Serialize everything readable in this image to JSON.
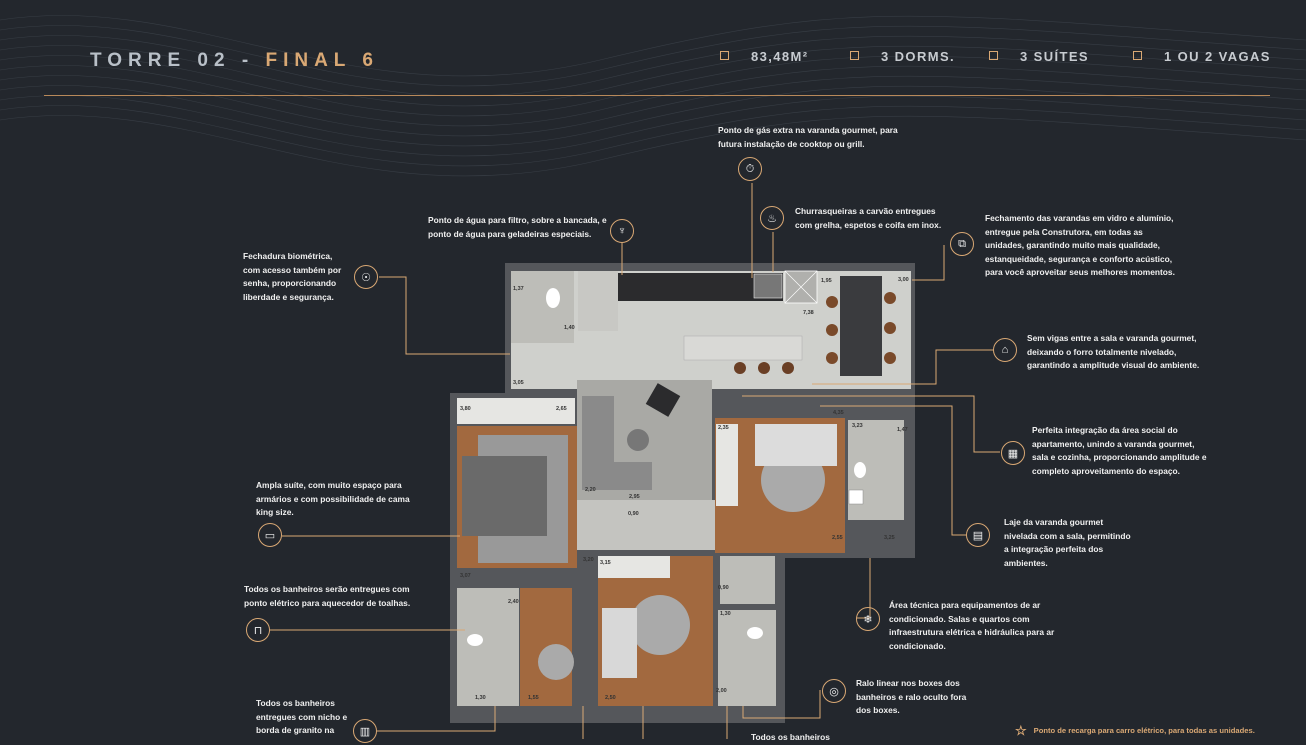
{
  "header": {
    "tower": "TORRE 02",
    "separator": " - ",
    "final": "FINAL 6",
    "specs": [
      "83,48M²",
      "3 DORMS.",
      "3 SUÍTES",
      "1 OU 2 VAGAS"
    ]
  },
  "notes": {
    "gas": "Ponto de gás extra na varanda gourmet, para futura instalação de cooktop ou grill.",
    "water": "Ponto de água para filtro, sobre a bancada, e ponto de água para geladeiras especiais.",
    "bbq": "Churrasqueiras a carvão entregues com grelha, espetos e coifa em inox.",
    "glass": "Fechamento das varandas em vidro e alumínio, entregue pela Construtora, em todas as unidades, garantindo muito mais qualidade, estanqueidade, segurança e conforto acústico, para você aproveitar seus melhores momentos.",
    "lock": "Fechadura biométrica, com acesso também por senha, proporcionando liberdade e segurança.",
    "beams": "Sem vigas entre a sala e varanda gourmet, deixando o forro totalmente nivelado, garantindo a amplitude visual do ambiente.",
    "integration": "Perfeita integração da área social do apartamento, unindo a varanda gourmet, sala e cozinha, proporcionando amplitude e completo aproveitamento do espaço.",
    "suite": "Ampla suíte, com muito espaço para armários e com possibilidade de cama king size.",
    "slab": "Laje da varanda gourmet nivelada com a sala, permitindo a integração perfeita dos ambientes.",
    "towels": "Todos os banheiros serão entregues com ponto elétrico para aquecedor de toalhas.",
    "ac": "Área técnica para equipamentos de ar condicionado. Salas e quartos com infraestrutura elétrica e hidráulica para ar condicionado.",
    "drain": "Ralo linear nos boxes dos banheiros e ralo oculto fora dos boxes.",
    "niche": "Todos os banheiros entregues com nicho e borda de granito na",
    "bath_bottom": "Todos os banheiros"
  },
  "footer": "Ponto de recarga para carro elétrico, para todas as unidades.",
  "dims": {
    "d137": "1,37",
    "d140": "1,40",
    "d195": "1,95",
    "d300": "3,00",
    "d738": "7,38",
    "d305": "3,05",
    "d380": "3,80",
    "d265": "2,65",
    "d435": "4,35",
    "d235": "2,35",
    "d323": "3,23",
    "d147": "1,47",
    "d220": "2,20",
    "d295": "2,95",
    "d090a": "0,90",
    "d255": "2,55",
    "d325": "3,25",
    "d307": "3,07",
    "d320": "3,20",
    "d315": "3,15",
    "d240": "2,40",
    "d090b": "0,90",
    "d130a": "1,30",
    "d130b": "1,30",
    "d155": "1,55",
    "d250": "2,50",
    "d200": "2,00"
  },
  "colors": {
    "background": "#23272d",
    "accent": "#d9a874",
    "line": "#b8895a"
  }
}
